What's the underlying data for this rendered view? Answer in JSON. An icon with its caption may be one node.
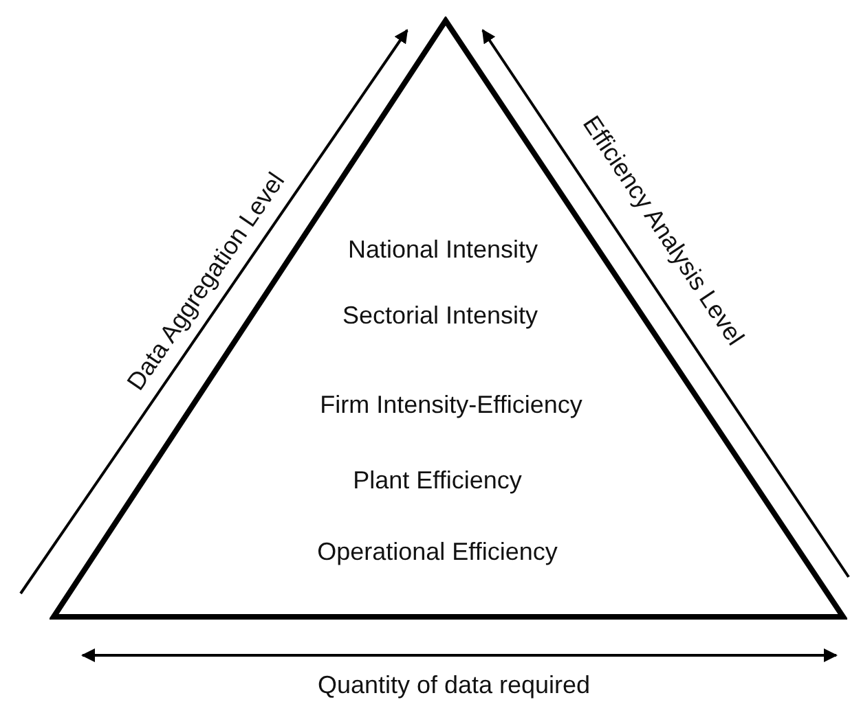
{
  "diagram": {
    "nodes": [
      {
        "text": [
          "National Intensity",
          "Sectorial Intensity",
          "Firm Intensity-Efficiency",
          "Plant Efficiency",
          "Operational Efficiency"
        ]
      }
    ],
    "labels": [
      "Data Aggregation Level",
      "Efficiency Analysis Level",
      "Quantity of data required"
    ]
  }
}
